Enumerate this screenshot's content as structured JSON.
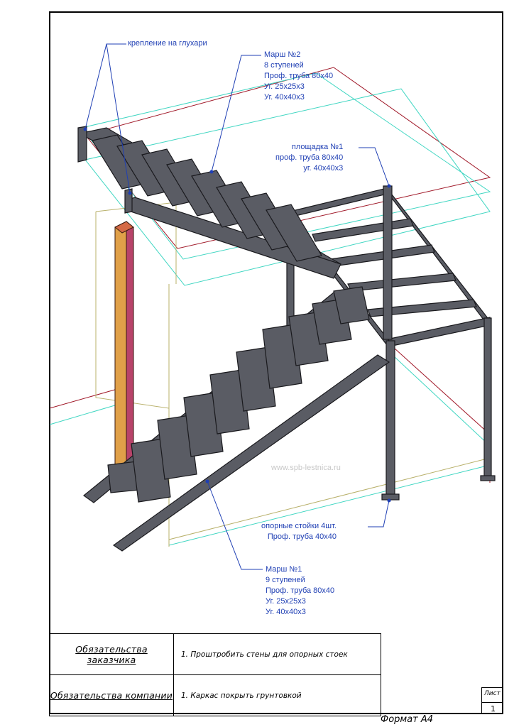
{
  "callouts": {
    "mounting": {
      "lines": [
        "крепление на глухари"
      ]
    },
    "flight2": {
      "lines": [
        "Марш №2",
        "8 ступеней",
        "Проф. труба 80x40",
        "Уг. 25x25x3",
        "Уг. 40x40x3"
      ]
    },
    "landing": {
      "lines": [
        "площадка №1",
        "проф. труба 80x40",
        "уг. 40x40x3"
      ]
    },
    "posts": {
      "lines": [
        "опорные стойки 4шт.",
        "Проф. труба 40x40"
      ]
    },
    "flight1": {
      "lines": [
        "Марш №1",
        "9 ступеней",
        "Проф. труба 80x40",
        "Уг. 25x25x3",
        "Уг. 40x40x3"
      ]
    }
  },
  "watermark": "www.spb-lestnica.ru",
  "obligations": [
    {
      "role": "Обязательства заказчика",
      "duty": "1. Проштробить стены для опорных стоек"
    },
    {
      "role": "Обязательства компании",
      "duty": "1. Каркас покрыть грунтовкой"
    }
  ],
  "stamp": {
    "sheet_label": "Лист",
    "sheet_number": "1"
  },
  "format_label": "Формат А4",
  "colors": {
    "steel_fill": "#5a5c64",
    "steel_outline": "#1a1a1e",
    "callout_text": "#1f3fb4",
    "floor_cyan": "#3fd6c2",
    "wall_red": "#a01828",
    "wall_olive": "#b8b06a",
    "wood_post": "#c4553c"
  }
}
